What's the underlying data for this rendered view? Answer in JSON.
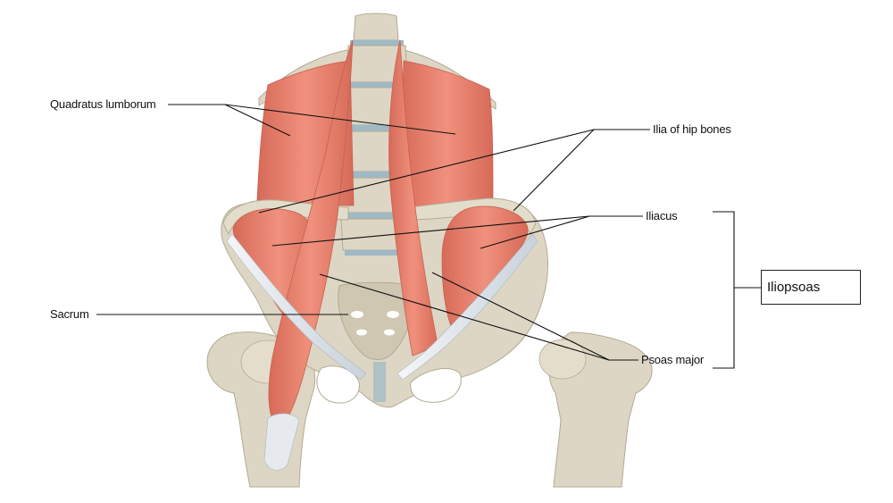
{
  "labels": {
    "quadratus_lumborum": "Quadratus lumborum",
    "ilia_of_hip_bones": "Ilia of hip bones",
    "iliacus": "Iliacus",
    "sacrum": "Sacrum",
    "psoas_major": "Psoas major",
    "iliopsoas": "Iliopsoas"
  },
  "colors": {
    "bone": "#ddd6c4",
    "bone_shadow": "#c9c1ab",
    "bone_outline": "#b3aa93",
    "muscle": "#e9806e",
    "muscle_dark": "#c95f4f",
    "muscle_light": "#f3a796",
    "ligament": "#dfe4ea",
    "disc": "#9fb9c6"
  }
}
